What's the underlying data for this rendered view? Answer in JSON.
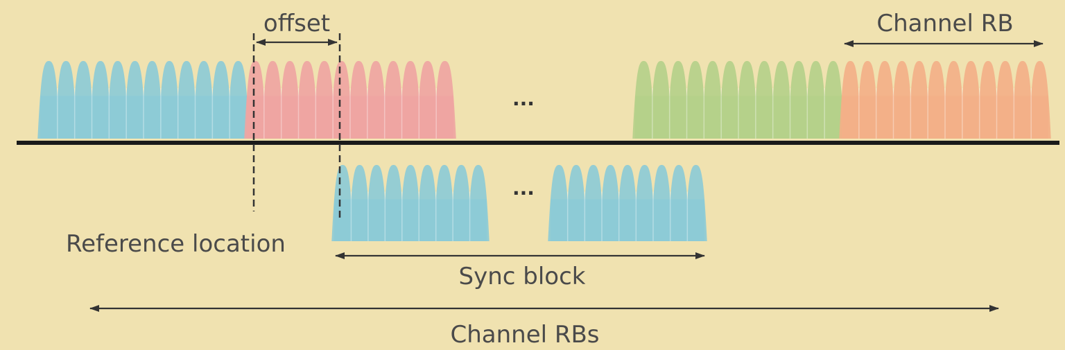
{
  "labels": {
    "offset": "offset",
    "channel_rb": "Channel RB",
    "reference_location": "Reference location",
    "sync_block": "Sync block",
    "channel_rbs": "Channel RBs",
    "ellipsis_top": "...",
    "ellipsis_bottom": "..."
  },
  "colors": {
    "background": "#F0E2B0",
    "group_blue": "#8DCBD6",
    "group_red": "#EFA5A2",
    "group_green": "#B5D08A",
    "group_orange": "#F3B088",
    "sync_blue": "#8DCBD6"
  }
}
